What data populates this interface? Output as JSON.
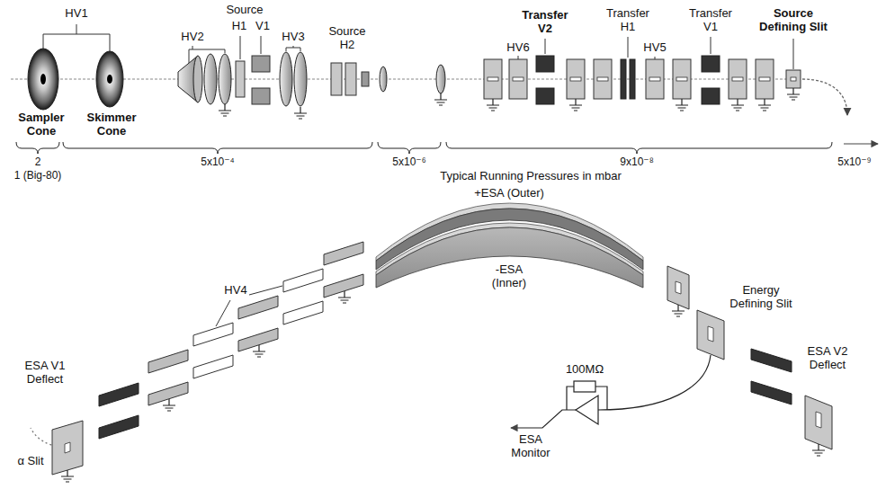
{
  "diagram": {
    "labels": [
      "HV1",
      "Sampler Cone",
      "Skimmer Cone",
      "HV2",
      "Source",
      "H1",
      "V1",
      "HV3",
      "Source H2",
      "HV6",
      "Transfer V2",
      "Transfer H1",
      "HV5",
      "Transfer V1",
      "Source Defining Slit",
      "2",
      "1 (Big-80)",
      "5x10⁻⁴",
      "5x10⁻⁶",
      "9x10⁻⁸",
      "5x10⁻⁹",
      "Typical Running Pressures in mbar",
      "+ESA (Outer)",
      "-ESA (Inner)",
      "HV4",
      "ESA V1 Deflect",
      "α Slit",
      "Energy Defining Slit",
      "ESA V2 Deflect",
      "100MΩ",
      "ESA Monitor"
    ]
  }
}
